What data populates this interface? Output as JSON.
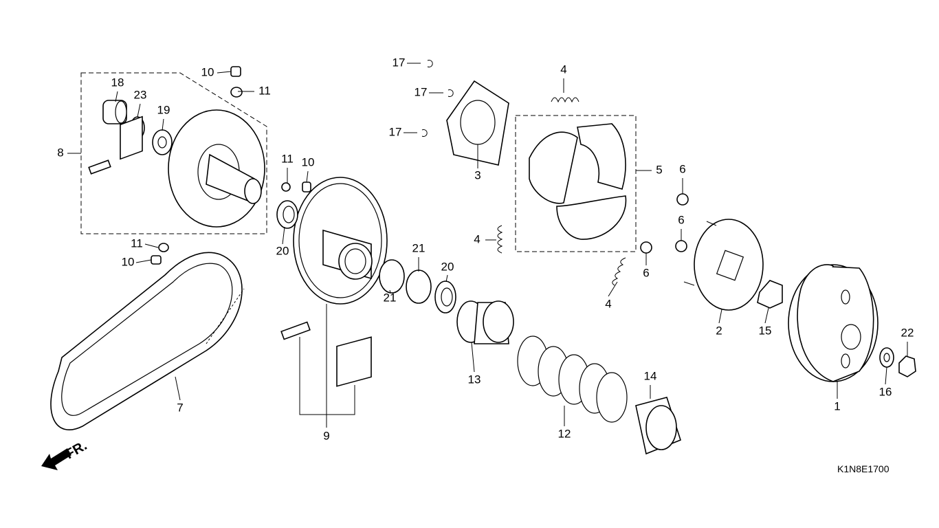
{
  "diagram": {
    "title_code": "K1N8E1700",
    "direction_label": "FR.",
    "callouts": [
      "17",
      "17",
      "17",
      "4",
      "10",
      "11",
      "18",
      "23",
      "19",
      "8",
      "11",
      "10",
      "3",
      "5",
      "6",
      "6",
      "4",
      "20",
      "21",
      "11",
      "10",
      "20",
      "6",
      "4",
      "21",
      "2",
      "15",
      "22",
      "13",
      "14",
      "7",
      "16",
      "1",
      "12",
      "9"
    ]
  }
}
